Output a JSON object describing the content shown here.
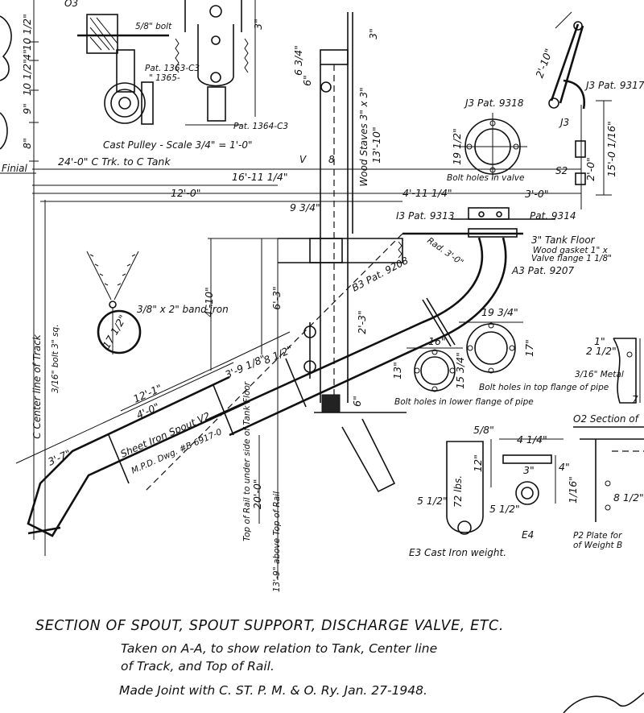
{
  "labels": {
    "top_o3": "O3",
    "bolt_5_8": "5/8\" bolt",
    "dim_top_3": "3\"",
    "dim_104_a": "10 1/2\"",
    "dim_4_a": "4\"",
    "dim_104_b": "10 1/2\"",
    "dim_9_a": "9\"",
    "dim_8_a": "8\"",
    "finial": "Finial",
    "pat_1363": "Pat. 1363-C3",
    "pat_1365": "\" 1365-",
    "pat_1364": "Pat. 1364-C3",
    "cast_pulley": "Cast Pulley - Scale 3/4\" = 1'-0\"",
    "dim_63": "6 3/4\"",
    "dim_6_top": "6\"",
    "dim_3_top": "3\"",
    "wood_staves": "Wood Staves 3\" x 3\"",
    "dim_13_10": "13'-10\"",
    "v_label": "V",
    "dim_8_small": "8",
    "dim_24_trk": "24'-0\" C Trk. to C Tank",
    "dim_16_11": "16'-11 1/4\"",
    "dim_12_0": "12'-0\"",
    "dim_4_11": "4'-11 1/4\"",
    "dim_9_34": "9 3/4\"",
    "j3_pat_9318": "J3 Pat. 9318",
    "j3_pat_9317": "J3 Pat. 9317",
    "dim_2_10": "2'-10\"",
    "j3": "J3",
    "dim_19_12": "19 1/2\"",
    "bolt_holes_valve": "Bolt holes in valve",
    "s2": "S2",
    "dim_2_0": "2'-0\"",
    "dim_15_0": "15'-0 1/16\"",
    "dim_3_0": "3'-0\"",
    "i3_pat_9313": "I3 Pat. 9313",
    "pat_9314": "Pat. 9314",
    "tank_floor": "3\" Tank Floor",
    "wood_gasket": "Wood gasket 1\" x",
    "valve_flange": "Valve flange 1 1/8\"",
    "rad_30": "Rad. 3'-0\"",
    "a3_pat_9207": "A3 Pat. 9207",
    "b3_pat_9208": "B3 Pat. 9208",
    "dim_4_10": "4'-10\"",
    "dim_6_3": "6'-3\"",
    "dim_2_3": "2'-3\"",
    "dim_6_bottom": "6\"",
    "band_iron": "3/8\" x 2\" band iron",
    "dim_17_12": "17 1/2\"",
    "bolt_34": "3/16\" bolt 3\" sq.",
    "center_line_track": "C Center line of Track",
    "dim_3_9": "3'-9 1/8\"",
    "dim_8_12": "8 1/2\"",
    "dim_12_1": "12'-1\"",
    "dim_4_0": "4'-0\"",
    "dim_3_7": "3'-7\"",
    "sheet_iron_spout": "Sheet Iron Spout V2",
    "mpd_dwg": "M.P.D. Dwg. #B 6917-0",
    "top_rail_under": "Top of Rail to under side of Tank Floor",
    "dim_20_0": "20'-0\"",
    "dim_13_9": "13'-9\" above Top of Rail",
    "dim_19_34": "19 3/4\"",
    "dim_16": "16\"",
    "dim_13": "13\"",
    "dim_15_34": "15 3/4\"",
    "dim_17": "17\"",
    "bolt_holes_top": "Bolt holes in top flange of pipe",
    "bolt_holes_lower": "Bolt holes in lower flange of pipe",
    "dim_2_12": "2 1/2\"",
    "dim_1": "1\"",
    "metal_316": "3/16\" Metal",
    "dim_5_8_small": "5/8\"",
    "dim_4_14": "4 1/4\"",
    "dim_12": "12\"",
    "lbs_72": "72 lbs.",
    "dim_3_small": "3\"",
    "dim_4_small": "4\"",
    "dim_5_12_a": "5 1/2\"",
    "dim_5_12_b": "5 1/2\"",
    "dim_1_16": "1/16\"",
    "e4": "E4",
    "e3_cast_iron": "E3 Cast Iron weight.",
    "o2_section": "O2 Section of",
    "p2_plate": "P2 Plate for",
    "weight_b": "of Weight B",
    "dim_8_12_b": "8 1/2\"",
    "dim_7": "7"
  },
  "footer": {
    "title": "SECTION OF SPOUT, SPOUT SUPPORT, DISCHARGE VALVE, ETC.",
    "line1": "Taken on A-A, to show relation to Tank, Center line",
    "line2": "of Track, and Top of Rail.",
    "line3": "Made Joint with C. ST. P. M. & O. Ry. Jan. 27-1948."
  }
}
